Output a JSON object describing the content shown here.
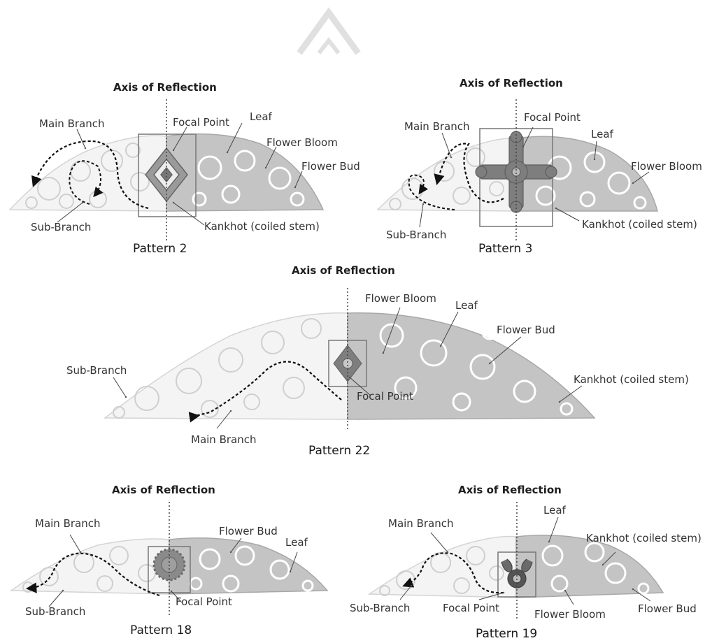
{
  "panels": [
    {
      "title": "Pattern 2",
      "axis_title": "Axis of Reflection",
      "labels": {
        "main_branch": "Main Branch",
        "focal_point": "Focal Point",
        "leaf": "Leaf",
        "flower_bloom": "Flower Bloom",
        "flower_bud": "Flower Bud",
        "sub_branch": "Sub-Branch",
        "kankhot": "Kankhot (coiled stem)"
      }
    },
    {
      "title": "Pattern 3",
      "axis_title": "Axis of Reflection",
      "labels": {
        "main_branch": "Main Branch",
        "focal_point": "Focal Point",
        "leaf": "Leaf",
        "flower_bloom": "Flower Bloom",
        "sub_branch": "Sub-Branch",
        "kankhot": "Kankhot (coiled stem)"
      }
    },
    {
      "title": "Pattern 22",
      "axis_title": "Axis of Reflection",
      "labels": {
        "flower_bloom": "Flower Bloom",
        "leaf": "Leaf",
        "flower_bud": "Flower Bud",
        "sub_branch": "Sub-Branch",
        "kankhot": "Kankhot (coiled stem)",
        "focal_point": "Focal Point",
        "main_branch": "Main Branch"
      }
    },
    {
      "title": "Pattern 18",
      "axis_title": "Axis of Reflection",
      "labels": {
        "main_branch": "Main Branch",
        "flower_bud": "Flower Bud",
        "leaf": "Leaf",
        "sub_branch": "Sub-Branch",
        "focal_point": "Focal Point"
      }
    },
    {
      "title": "Pattern 19",
      "axis_title": "Axis of Reflection",
      "labels": {
        "main_branch": "Main Branch",
        "leaf": "Leaf",
        "kankhot": "Kankhot (coiled stem)",
        "sub_branch": "Sub-Branch",
        "focal_point": "Focal Point",
        "flower_bloom": "Flower Bloom",
        "flower_bud": "Flower Bud"
      }
    }
  ]
}
